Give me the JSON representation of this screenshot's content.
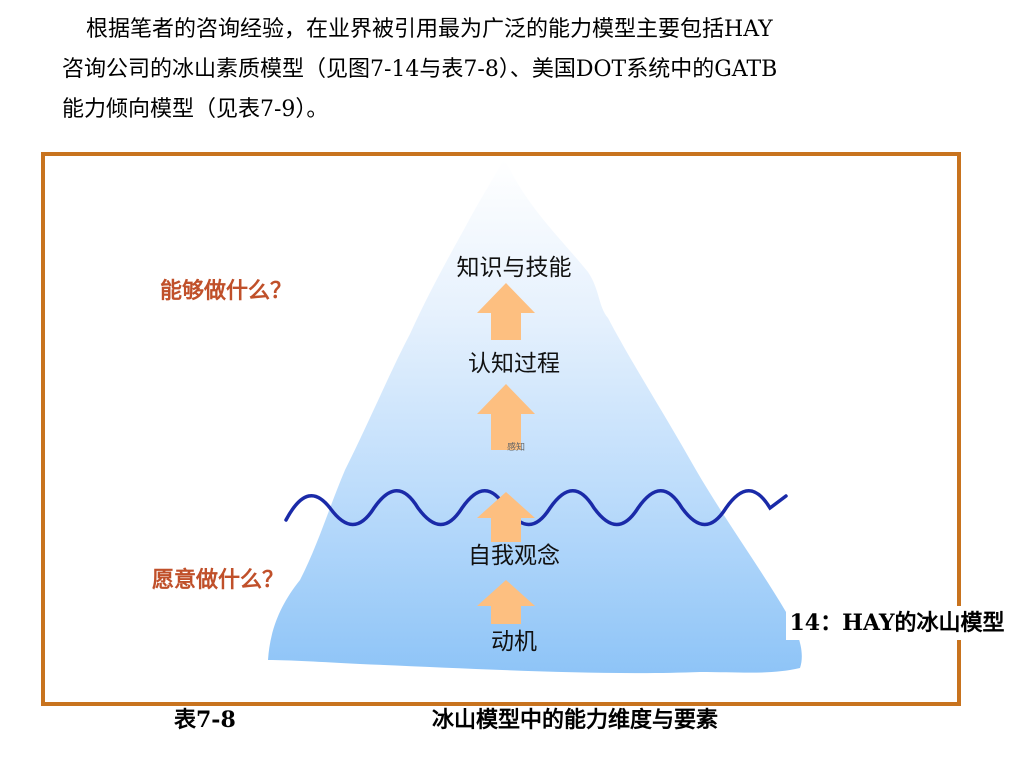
{
  "intro": {
    "line1": "根据笔者的咨询经验，在业界被引用最为广泛的能力模型主要包括HAY",
    "line2": "咨询公司的冰山素质模型（见图7-14与表7-8）、美国DOT系统中的GATB",
    "line3": "能力倾向模型（见表7-9）。"
  },
  "iceberg": {
    "layers": {
      "knowledge_skill": "知识与技能",
      "cognitive_process": "认知过程",
      "hidden_small": "感知",
      "self_concept": "自我观念",
      "motivation": "动机"
    },
    "questions": {
      "can_do": "能够做什么？",
      "willing_do": "愿意做什么？"
    }
  },
  "figure_caption": "14：HAY的冰山模型",
  "table_caption": {
    "id": "表7-8",
    "title": "冰山模型中的能力维度与要素"
  },
  "colors": {
    "frame": "#c8731e",
    "arrow": "#fdbf80",
    "wave": "#1a2aa8",
    "question": "#c0502a",
    "ice_top": "#ffffff",
    "ice_bottom": "#8ec4f7"
  }
}
